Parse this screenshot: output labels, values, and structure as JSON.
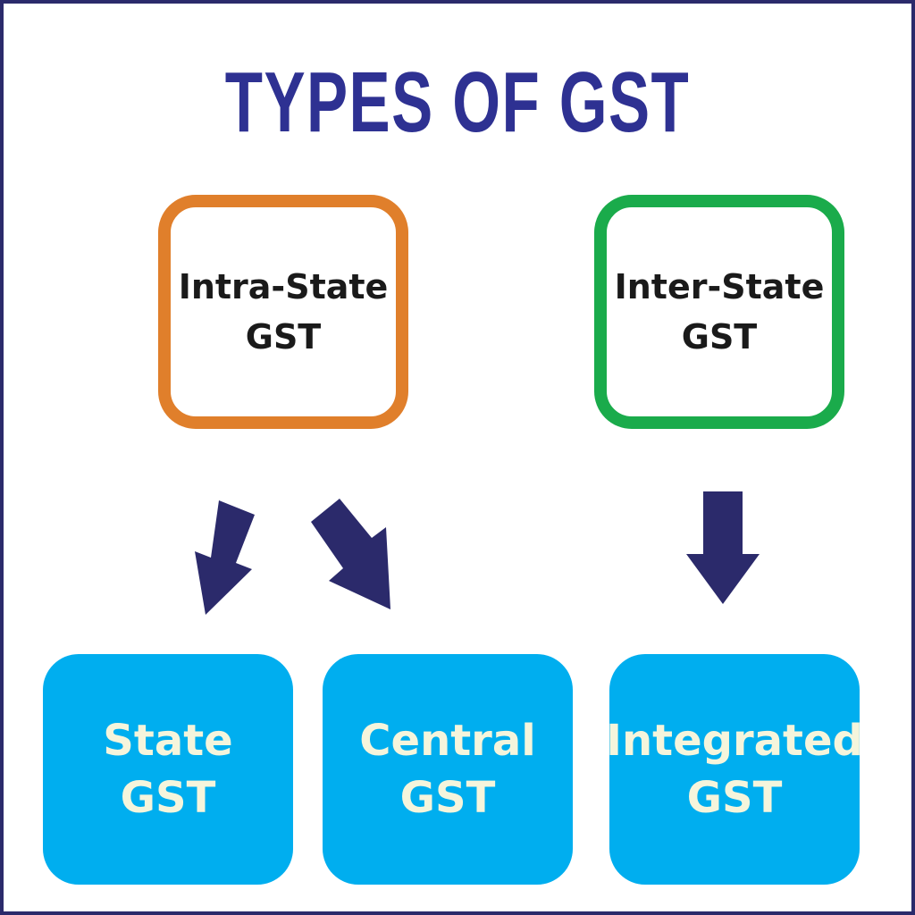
{
  "title": "TYPES OF GST",
  "top": [
    {
      "line1": "Intra-State",
      "line2": "GST",
      "color": "#e07f2b"
    },
    {
      "line1": "Inter-State",
      "line2": "GST",
      "color": "#1aab4b"
    }
  ],
  "bottom": [
    {
      "line1": "State",
      "line2": "GST"
    },
    {
      "line1": "Central",
      "line2": "GST"
    },
    {
      "line1": "Integrated",
      "line2": "GST"
    }
  ],
  "colors": {
    "arrow": "#2b2a6b",
    "box": "#00aeef"
  }
}
